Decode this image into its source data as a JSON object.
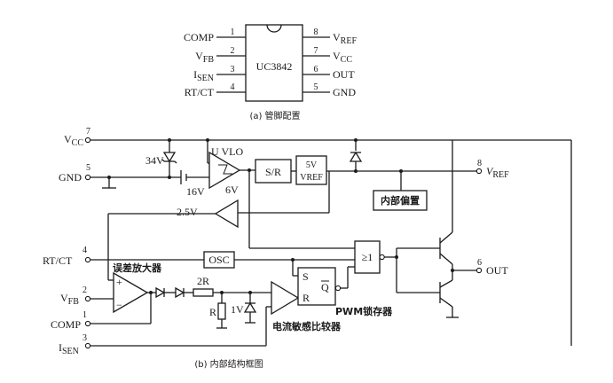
{
  "pinout": {
    "chip_label": "UC3842",
    "left_pins": [
      {
        "name": "COMP",
        "num": "1"
      },
      {
        "name": "VFB",
        "base": "V",
        "sub": "FB",
        "num": "2"
      },
      {
        "name": "ISEN",
        "base": "I",
        "sub": "SEN",
        "num": "3"
      },
      {
        "name": "RT/CT",
        "num": "4"
      }
    ],
    "right_pins": [
      {
        "name": "VREF",
        "base": "V",
        "sub": "REF",
        "num": "8"
      },
      {
        "name": "VCC",
        "base": "V",
        "sub": "CC",
        "num": "7"
      },
      {
        "name": "OUT",
        "num": "6"
      },
      {
        "name": "GND",
        "num": "5"
      }
    ],
    "caption": "(a) 管脚配置"
  },
  "block": {
    "ext_pins": {
      "vcc": {
        "base": "V",
        "sub": "CC",
        "num": "7"
      },
      "gnd": {
        "name": "GND",
        "num": "5"
      },
      "vref": {
        "base": "V",
        "sub": "REF",
        "num": "8"
      },
      "rtct": {
        "name": "RT/CT",
        "num": "4"
      },
      "vfb": {
        "base": "V",
        "sub": "FB",
        "num": "2"
      },
      "comp": {
        "name": "COMP",
        "num": "1"
      },
      "isen": {
        "base": "I",
        "sub": "SEN",
        "num": "3"
      },
      "out": {
        "name": "OUT",
        "num": "6"
      }
    },
    "labels": {
      "zener34": "34V",
      "v16": "16V",
      "v6": "6V",
      "uvlo": "U VLO",
      "sr_box": "S/R",
      "vref_box_top": "5V",
      "vref_box_bot": "VREF",
      "bias": "内部偏置",
      "v25": "2.5V",
      "osc": "OSC",
      "gate": "≥1",
      "err_amp": "误差放大器",
      "r2": "2R",
      "r": "R",
      "v1": "1V",
      "s": "S",
      "rr": "R",
      "qbar": "Q",
      "pwm": "PWM锁存器",
      "comparator": "电流敏感比较器",
      "plus": "+",
      "minus": "−"
    },
    "caption": "(b) 内部结构框图"
  }
}
